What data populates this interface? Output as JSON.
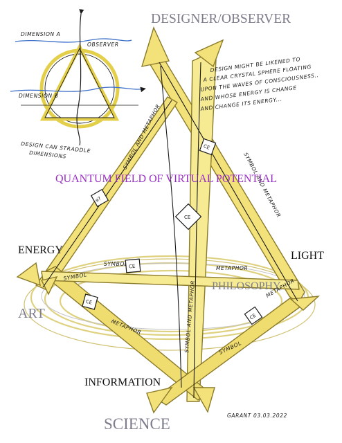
{
  "labels": {
    "designer_observer": "DESIGNER/OBSERVER",
    "quantum_field": "QUANTUM FIELD OF VIRTUAL POTENTIAL",
    "energy": "ENERGY",
    "light": "LIGHT",
    "art": "ART",
    "philosophy": "PHILOSOPHY",
    "information": "INFORMATION",
    "science": "SCIENCE"
  },
  "inset": {
    "dimension_a": "DIMENSION A",
    "observer": "OBSERVER",
    "dimension_b": "DIMENSION B",
    "caption_line1": "DESIGN CAN STRADDLE",
    "caption_line2": "DIMENSIONS"
  },
  "note": {
    "line1": "DESIGN MIGHT BE LIKENED TO",
    "line2": "A CLEAR CRYSTAL SPHERE FLOATING",
    "line3": "UPON THE WAVES OF CONSCIOUSNESS..",
    "line4": "AND WHOSE ENERGY IS CHANGE",
    "line5": "AND CHANGE ITS ENERGY..."
  },
  "beam_text": {
    "symbol_metaphor_left": "SYMBOL AND METAPHOR",
    "symbol_metaphor_center": "SYMBOL AND METAPHOR",
    "symbol_metaphor_right": "SYMBOL AND METAPHOR",
    "symbol_1": "SYMBOL",
    "symbol_2": "SYMBOL",
    "symbol_3": "SYMBOL",
    "metaphor_1": "METAPHOR",
    "metaphor_2": "METAPHOR",
    "metaphor_3": "METAPHOR"
  },
  "glyphs": {
    "ce": "CE",
    "ce_left": "ɘ?"
  },
  "signature": "GARANT 03.03.2022",
  "colors": {
    "beam": "#f3e27a",
    "beam_edge": "#8a7a2a",
    "ink": "#1a1a1a",
    "label_gray": "#7d7d8c",
    "label_purple": "#9a2fc4",
    "wave_blue": "#3b6fc9"
  }
}
